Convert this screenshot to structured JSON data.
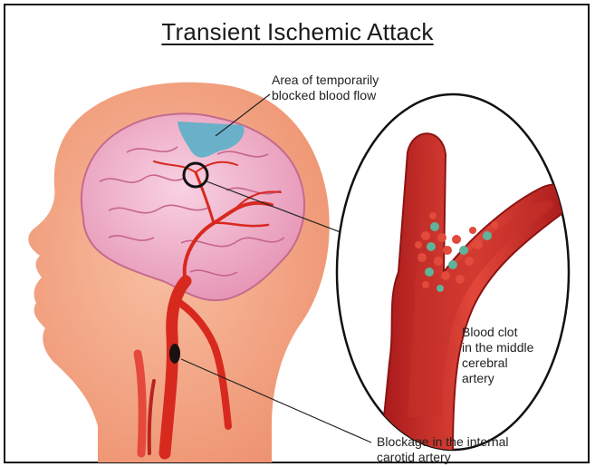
{
  "title": "Transient Ischemic Attack",
  "labels": {
    "area_line1": "Area of temporarily",
    "area_line2": "blocked blood flow",
    "clot_line1": "Blood clot",
    "clot_line2": "in the middle",
    "clot_line3": "cerebral",
    "clot_line4": "artery",
    "blockage_line1": "Blockage in the internal",
    "blockage_line2": "carotid artery"
  },
  "colors": {
    "skin": "#f4a585",
    "brain": "#f2b8cf",
    "artery": "#d8291f",
    "ischemic_area": "#5ab0c8",
    "clot_green": "#5fb39a"
  }
}
